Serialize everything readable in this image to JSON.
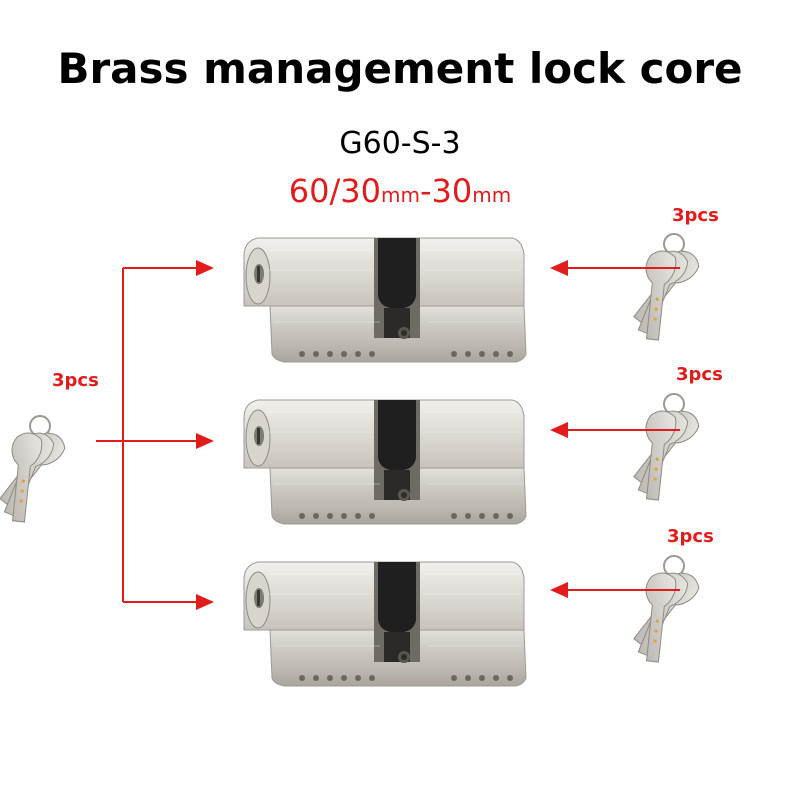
{
  "title": "Brass management lock core",
  "model": "G60-S-3",
  "size": {
    "main_a": "60/30",
    "unit_a": "mm",
    "dash": "-",
    "main_b": "30",
    "unit_b": "mm"
  },
  "left_keys": {
    "quantity": "3pcs"
  },
  "right_keys": [
    {
      "quantity": "3pcs"
    },
    {
      "quantity": "3pcs"
    },
    {
      "quantity": "3pcs"
    }
  ],
  "colors": {
    "accent": "#e21b1b",
    "metal": "#c9c5bf",
    "cam": "#1f1f1f"
  }
}
